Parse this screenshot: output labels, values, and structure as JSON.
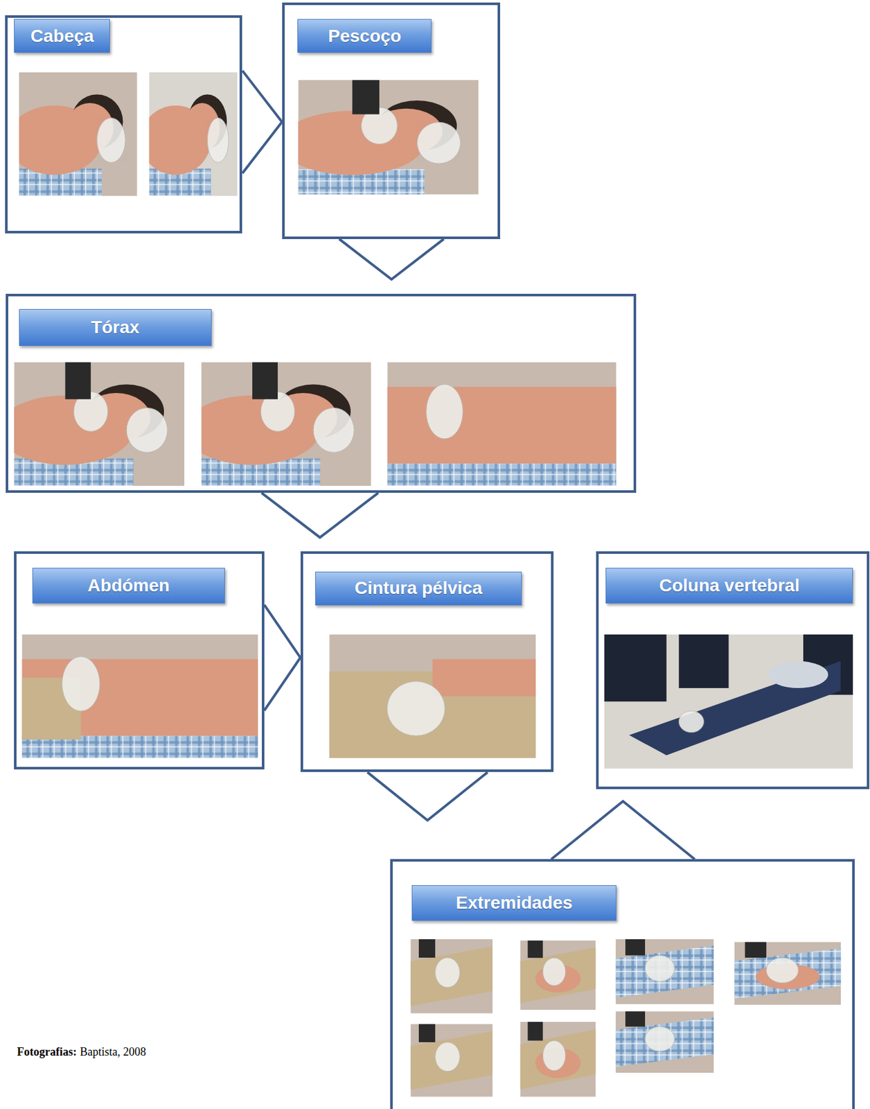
{
  "diagram": {
    "nodes": [
      {
        "text": [
          "Cabeça"
        ]
      },
      {
        "text": [
          "Pescoço"
        ]
      },
      {
        "text": [
          "Tórax"
        ]
      },
      {
        "text": [
          "Abdómen"
        ]
      },
      {
        "text": [
          "Cintura pélvica"
        ]
      },
      {
        "text": [
          "Coluna vertebral"
        ]
      },
      {
        "text": [
          "Extremidades"
        ]
      }
    ],
    "edges": [
      {
        "from": 0,
        "to": 1,
        "arrow": "to"
      },
      {
        "from": 1,
        "to": 2,
        "arrow": "to"
      },
      {
        "from": 2,
        "to": 3,
        "arrow": "to"
      },
      {
        "from": 3,
        "to": 4,
        "arrow": "to"
      },
      {
        "from": 4,
        "to": 6,
        "arrow": "to"
      },
      {
        "from": 6,
        "to": 5,
        "arrow": "to"
      }
    ],
    "labels": [
      "Fotografias:",
      "Baptista, 2008"
    ]
  }
}
